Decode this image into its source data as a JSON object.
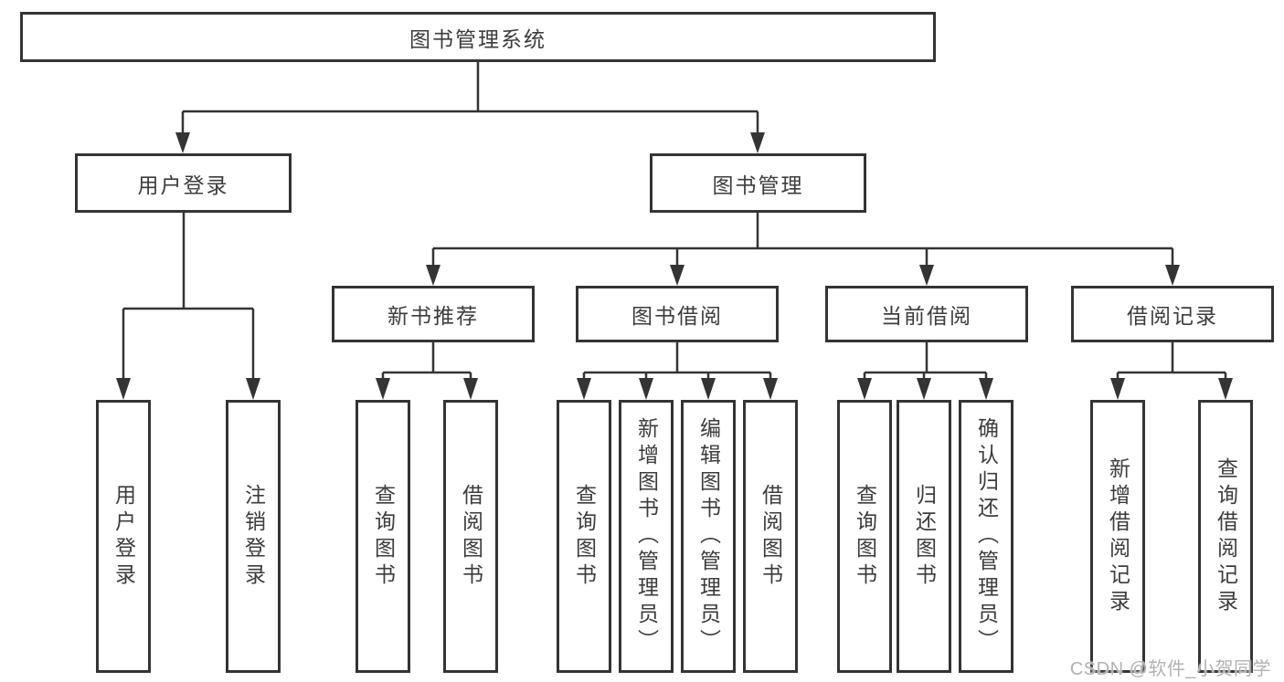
{
  "tree": {
    "label": "图书管理系统",
    "children": [
      {
        "label": "用户登录",
        "children": [
          {
            "label": "用户登录"
          },
          {
            "label": "注销登录"
          }
        ]
      },
      {
        "label": "图书管理",
        "children": [
          {
            "label": "新书推荐",
            "children": [
              {
                "label": "查询图书"
              },
              {
                "label": "借阅图书"
              }
            ]
          },
          {
            "label": "图书借阅",
            "children": [
              {
                "label": "查询图书"
              },
              {
                "label": "新增图书（管理员）"
              },
              {
                "label": "编辑图书（管理员）"
              },
              {
                "label": "借阅图书"
              }
            ]
          },
          {
            "label": "当前借阅",
            "children": [
              {
                "label": "查询图书"
              },
              {
                "label": "归还图书"
              },
              {
                "label": "确认归还（管理员）"
              }
            ]
          },
          {
            "label": "借阅记录",
            "children": [
              {
                "label": "新增借阅记录"
              },
              {
                "label": "查询借阅记录"
              }
            ]
          }
        ]
      }
    ]
  },
  "watermark": "CSDN @软件_小贺同学",
  "colors": {
    "line": "#343434",
    "text": "#3c3c3c",
    "watermark": "#b2b2b2",
    "background": "#ffffff"
  }
}
